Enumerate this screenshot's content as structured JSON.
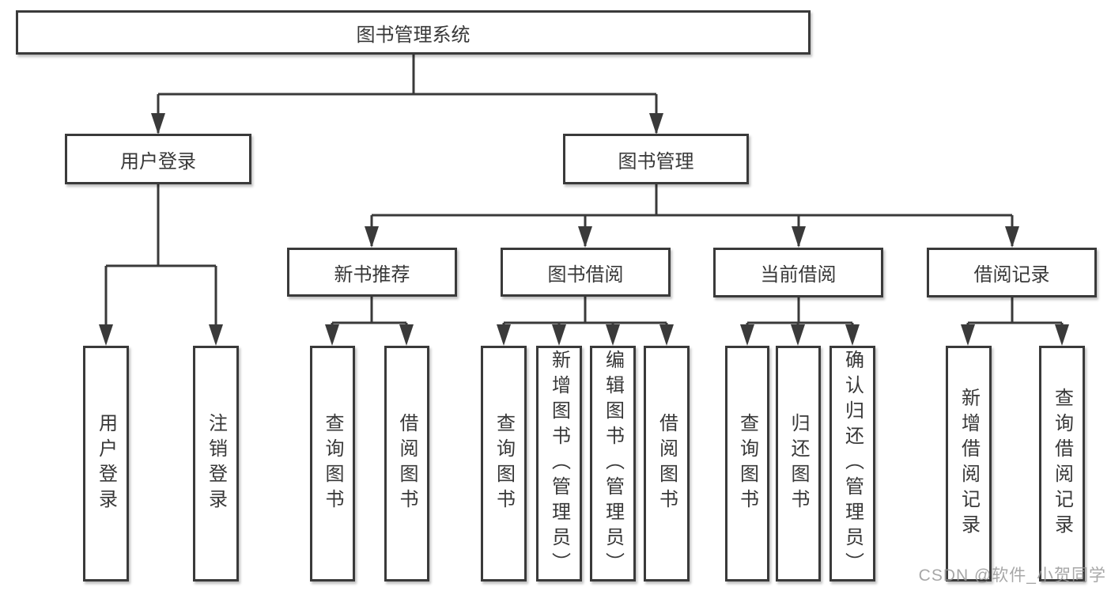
{
  "diagram_type": "tree",
  "colors": {
    "line": "#3a3a3a",
    "box_border": "#3a3a3a",
    "text": "#383838",
    "background": "#ffffff",
    "watermark": "#989898"
  },
  "tree": {
    "root": "图书管理系统",
    "branches": [
      {
        "label": "用户登录",
        "children": [
          "用户登录",
          "注销登录"
        ]
      },
      {
        "label": "图书管理",
        "children": [
          {
            "label": "新书推荐",
            "children": [
              "查询图书",
              "借阅图书"
            ]
          },
          {
            "label": "图书借阅",
            "children": [
              "查询图书",
              "新增图书（管理员）",
              "编辑图书（管理员）",
              "借阅图书"
            ]
          },
          {
            "label": "当前借阅",
            "children": [
              "查询图书",
              "归还图书",
              "确认归还（管理员）"
            ]
          },
          {
            "label": "借阅记录",
            "children": [
              "新增借阅记录",
              "查询借阅记录"
            ]
          }
        ]
      }
    ]
  },
  "watermark": "CSDN @软件_小贺同学"
}
